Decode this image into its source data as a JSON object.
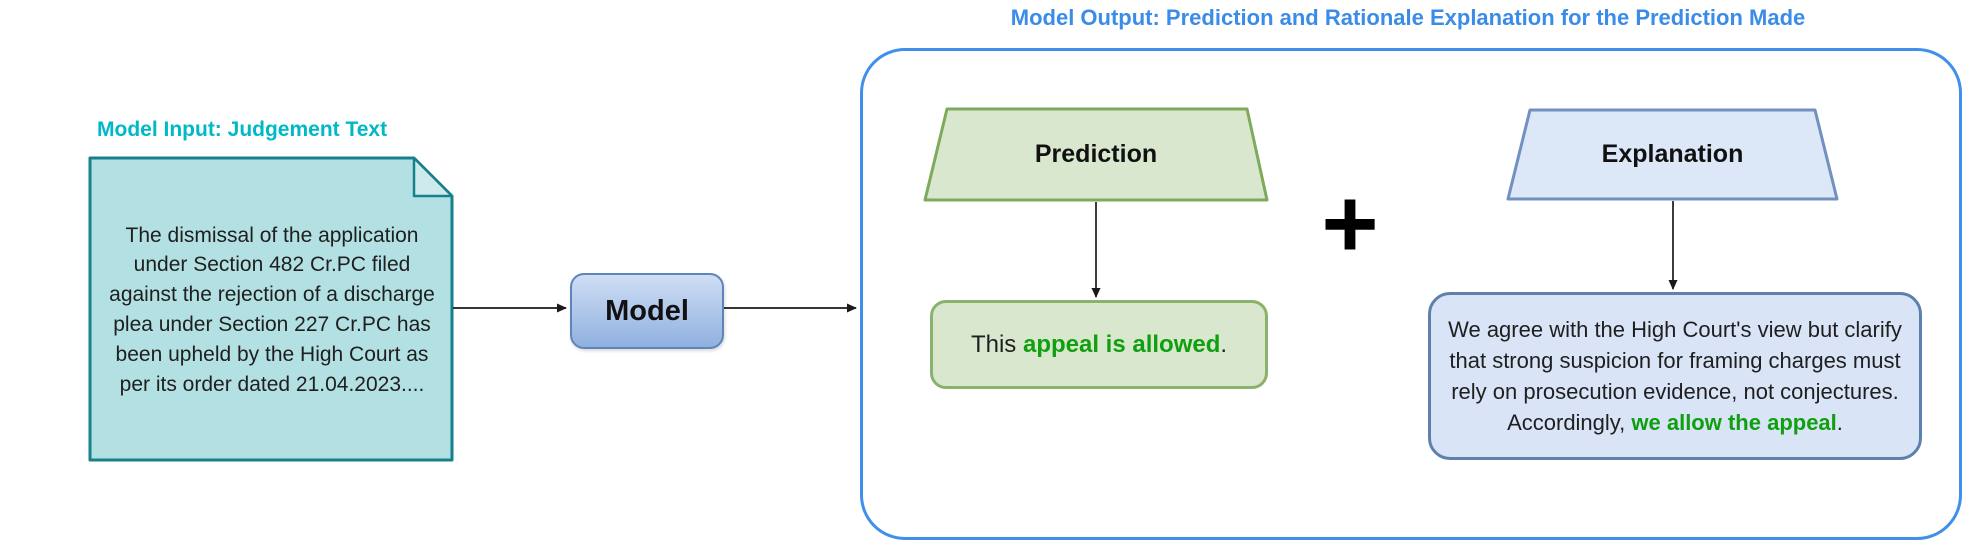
{
  "colors": {
    "accent_cyan": "#00b9c6",
    "teal_fill": "#b3e0e3",
    "teal_border": "#17818b",
    "blue_title": "#3a8ce8",
    "box_border_blue": "#3f90ea",
    "green_fill": "#d9e7cf",
    "green_border": "#7faa5c",
    "green_text": "#0f9f0f",
    "blue_fill": "#dce7f8",
    "blue_result_border": "#5d80ae"
  },
  "input": {
    "heading": "Model Input: Judgement Text",
    "document_text": "The dismissal of the application under Section 482 Cr.PC filed against the rejection of a discharge plea under Section 227 Cr.PC has been upheld by the High Court as per its order dated 21.04.2023...."
  },
  "model": {
    "label": "Model"
  },
  "output": {
    "heading": "Model Output: Prediction and Rationale Explanation for the Prediction Made",
    "plus": "+",
    "prediction": {
      "label": "Prediction",
      "result_prefix": "This ",
      "result_highlight": "appeal is allowed",
      "result_suffix": "."
    },
    "explanation": {
      "label": "Explanation",
      "result_prefix": "We agree with the High Court's view but clarify that strong suspicion for framing charges must rely on prosecution evidence, not conjectures. Accordingly, ",
      "result_highlight": "we allow the appeal",
      "result_suffix": "."
    }
  }
}
